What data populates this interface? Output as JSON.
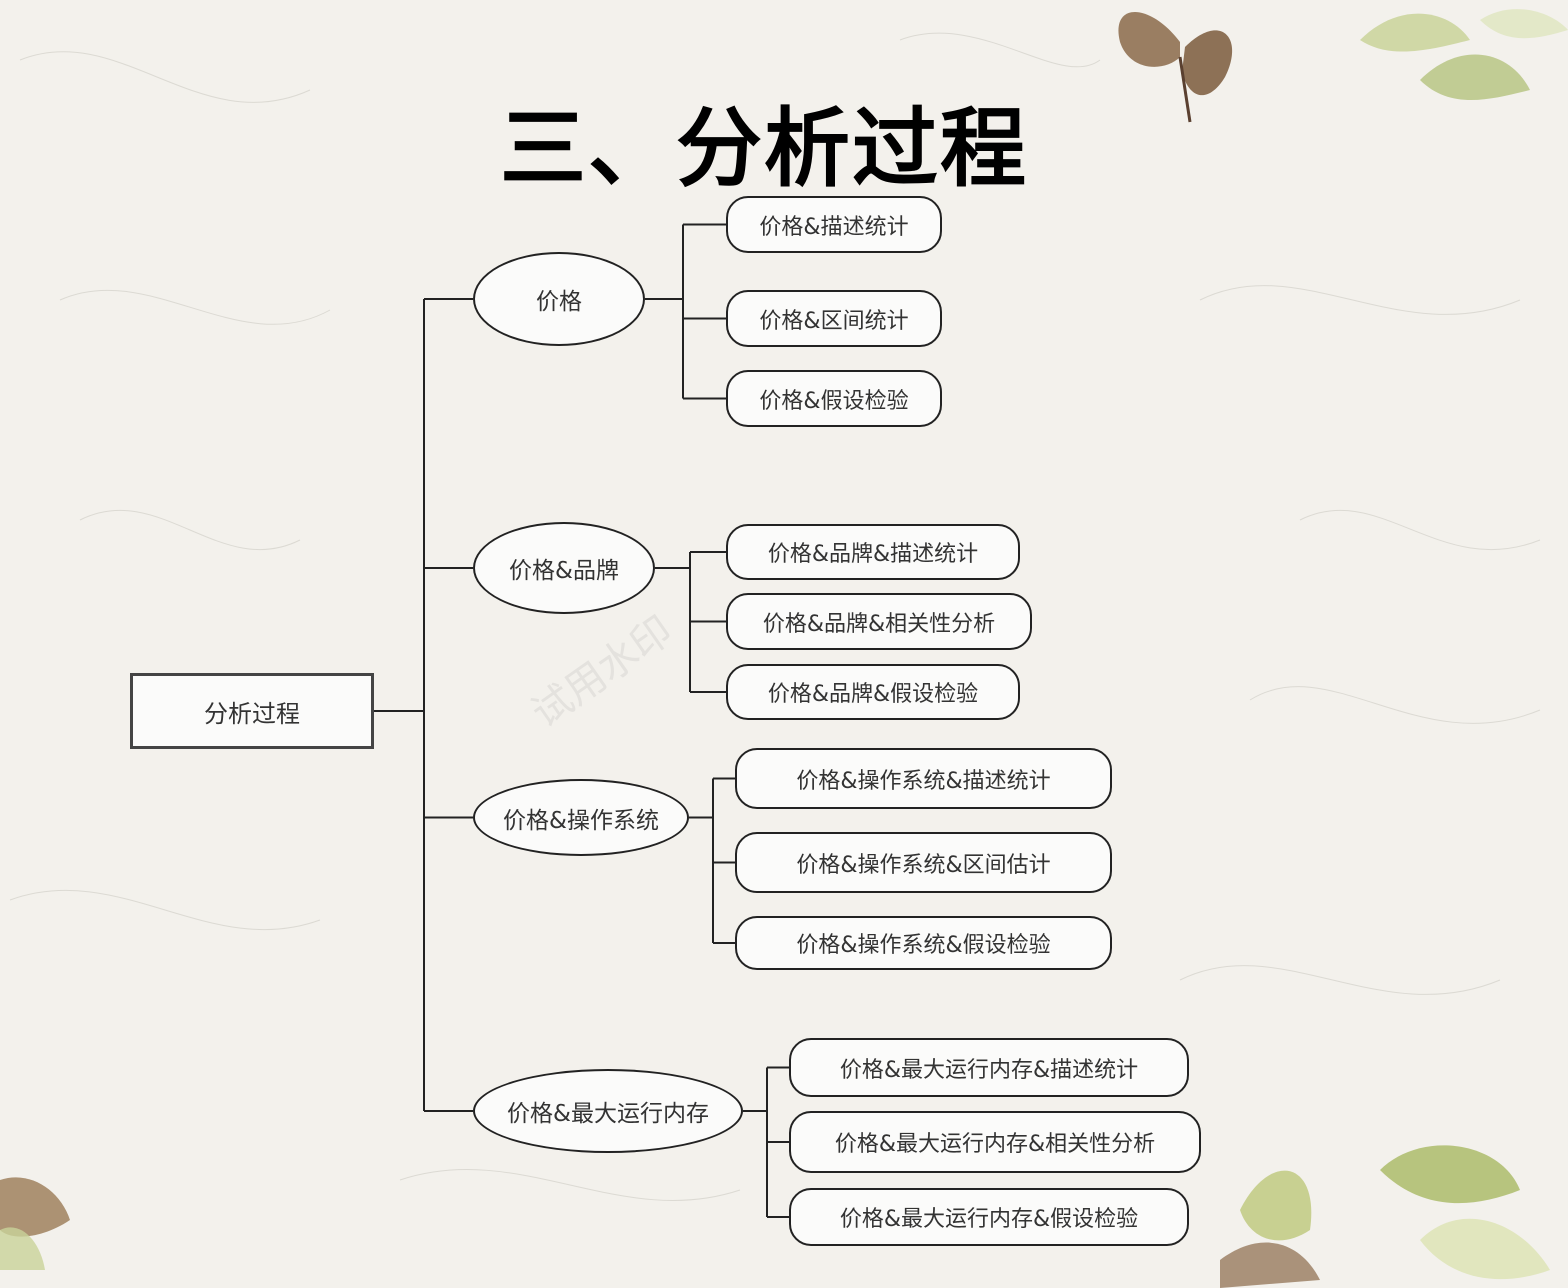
{
  "title": "三、分析过程",
  "watermark": "试用水印",
  "root": "分析过程",
  "branches": [
    {
      "label": "价格",
      "children": [
        "价格&描述统计",
        "价格&区间统计",
        "价格&假设检验"
      ]
    },
    {
      "label": "价格&品牌",
      "children": [
        "价格&品牌&描述统计",
        "价格&品牌&相关性分析",
        "价格&品牌&假设检验"
      ]
    },
    {
      "label": "价格&操作系统",
      "children": [
        "价格&操作系统&描述统计",
        "价格&操作系统&区间估计",
        "价格&操作系统&假设检验"
      ]
    },
    {
      "label": "价格&最大运行内存",
      "children": [
        "价格&最大运行内存&描述统计",
        "价格&最大运行内存&相关性分析",
        "价格&最大运行内存&假设检验"
      ]
    }
  ],
  "colors": {
    "line": "#222222",
    "background": "#f3f1ec",
    "node_fill": "#fbfbfa"
  }
}
